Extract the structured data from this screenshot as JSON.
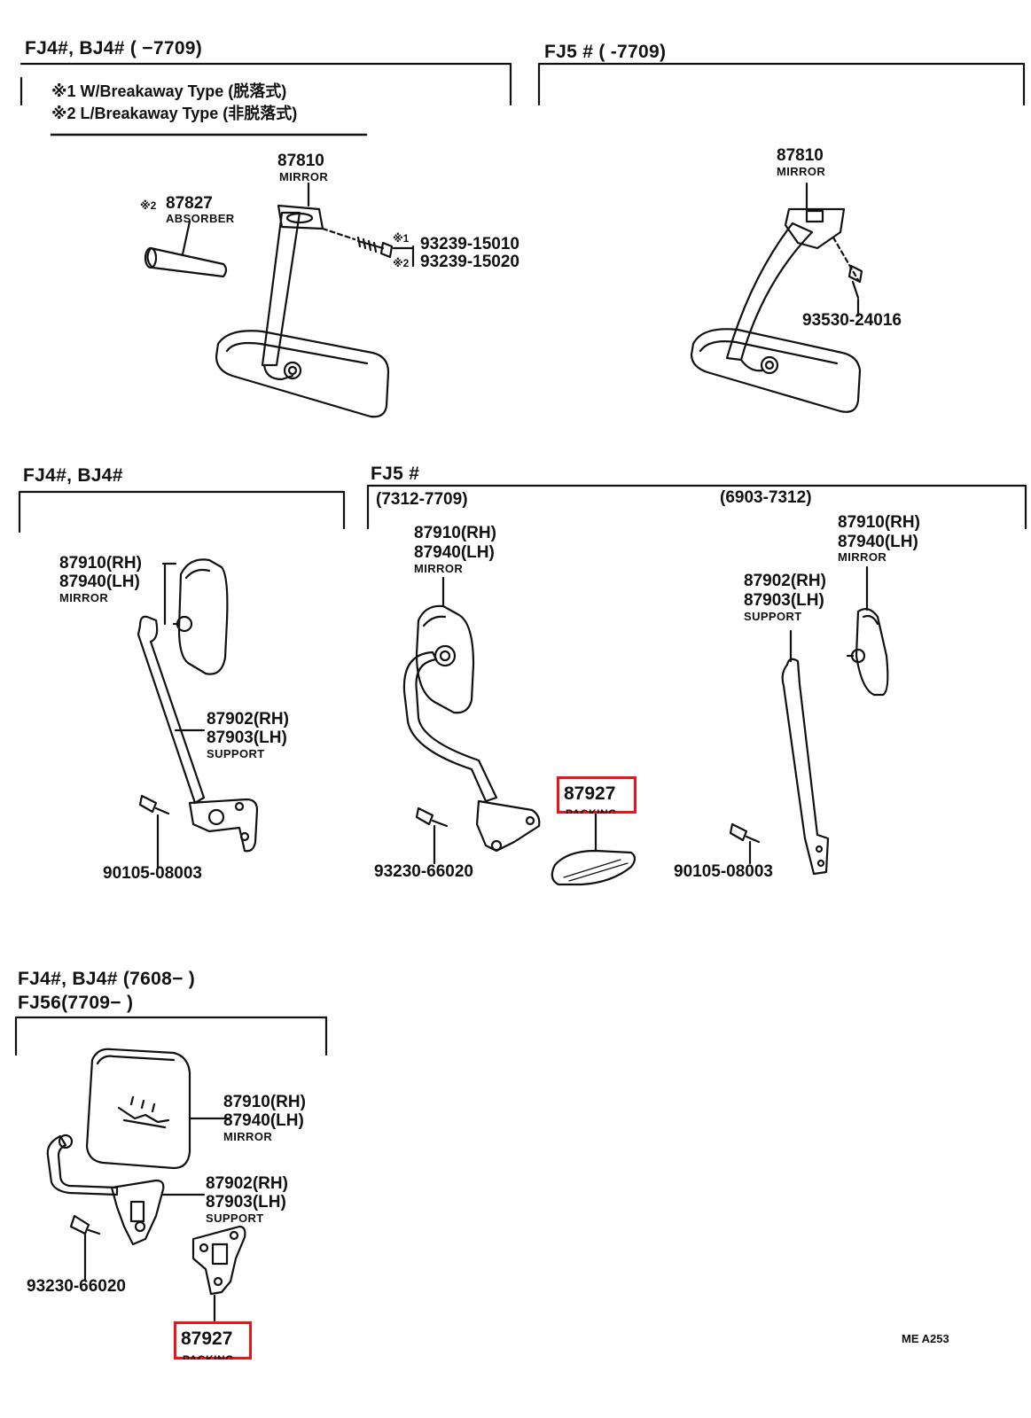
{
  "panels": {
    "top_left": {
      "header": "FJ4#, BJ4# (       −7709)",
      "notes": [
        {
          "mark": "※1",
          "text": "W/Breakaway Type (脱落式)"
        },
        {
          "mark": "※2",
          "text": "L/Breakaway Type (非脱落式)"
        }
      ],
      "parts": {
        "mirror_no": "87810",
        "mirror_name": "MIRROR",
        "absorber_mark": "※2",
        "absorber_no": "87827",
        "absorber_name": "ABSORBER",
        "screw1_mark": "※1",
        "screw1_no": "93239-15010",
        "screw2_mark": "※2",
        "screw2_no": "93239-15020"
      }
    },
    "top_right": {
      "header": "FJ5 # (       -7709)",
      "parts": {
        "mirror_no": "87810",
        "mirror_name": "MIRROR",
        "screw_no": "93530-24016"
      }
    },
    "middle_left": {
      "header": "FJ4#, BJ4#",
      "parts": {
        "mirror_rh": "87910(RH)",
        "mirror_lh": "87940(LH)",
        "mirror_name": "MIRROR",
        "support_rh": "87902(RH)",
        "support_lh": "87903(LH)",
        "support_name": "SUPPORT",
        "bolt_no": "90105-08003"
      }
    },
    "middle_right": {
      "header": "FJ5 #",
      "sub_left": "(7312-7709)",
      "sub_right": "(6903-7312)",
      "left_parts": {
        "mirror_rh": "87910(RH)",
        "mirror_lh": "87940(LH)",
        "mirror_name": "MIRROR",
        "bolt_no": "93230-66020",
        "packing_no": "87927",
        "packing_name": "PACKING"
      },
      "right_parts": {
        "mirror_rh": "87910(RH)",
        "mirror_lh": "87940(LH)",
        "mirror_name": "MIRROR",
        "support_rh": "87902(RH)",
        "support_lh": "87903(LH)",
        "support_name": "SUPPORT",
        "bolt_no": "90105-08003"
      }
    },
    "bottom": {
      "header_line1": "FJ4#, BJ4# (7608−       )",
      "header_line2": "FJ56(7709−        )",
      "parts": {
        "mirror_rh": "87910(RH)",
        "mirror_lh": "87940(LH)",
        "mirror_name": "MIRROR",
        "support_rh": "87902(RH)",
        "support_lh": "87903(LH)",
        "support_name": "SUPPORT",
        "bolt_no": "93230-66020",
        "packing_no": "87927",
        "packing_name": "PACKING"
      }
    }
  },
  "figure_code": "ME  A253",
  "highlight_color": "#e8151b"
}
